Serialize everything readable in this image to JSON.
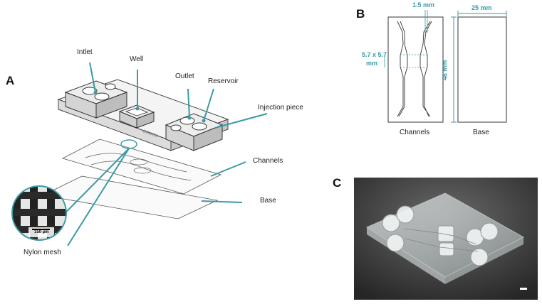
{
  "panels": {
    "a": {
      "letter": "A",
      "labels": {
        "inlet": "Intlet",
        "well": "Well",
        "outlet": "Outlet",
        "reservoir": "Reservoir",
        "injection_piece": "Injection piece",
        "channels": "Channels",
        "base": "Base",
        "nylon_mesh": "Nylon mesh",
        "scale": "150 µm"
      }
    },
    "b": {
      "letter": "B",
      "channel_width": "1.5 mm",
      "well_size_line1": "5.7 x 5.7",
      "well_size_line2": "mm",
      "base_width": "25 mm",
      "base_height": "48 mm",
      "caption_channels": "Channels",
      "caption_base": "Base"
    },
    "c": {
      "letter": "C"
    }
  },
  "colors": {
    "accent": "#3b9aa5",
    "outline": "#333333",
    "photo_bg": "#3a3a3a"
  }
}
